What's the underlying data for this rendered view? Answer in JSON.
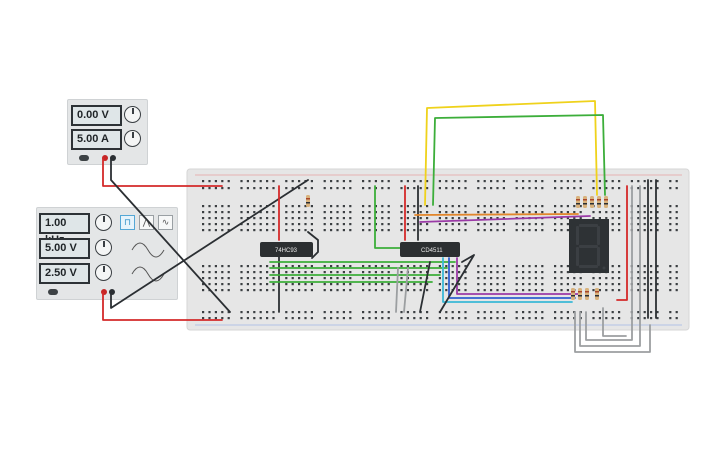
{
  "power_supply": {
    "voltage": "0.00 V",
    "current": "5.00 A"
  },
  "function_generator": {
    "frequency": "1.00 kHz",
    "amplitude": "5.00 V",
    "offset": "2.50 V",
    "waveforms": [
      "square-wave",
      "triangle-wave",
      "sine-wave"
    ],
    "selected_waveform": "square-wave"
  },
  "chips": {
    "counter": "74HC93",
    "decoder": "CD4511"
  },
  "display": {
    "digit": "8",
    "segment_color": "#3b3f43"
  },
  "wire_colors": {
    "red": "#d42a2a",
    "black": "#2b2f33",
    "green": "#3cae3a",
    "yellow": "#efd21b",
    "purple": "#9a3aa6",
    "orange": "#e2862b",
    "blue": "#2f5fd0",
    "cyan": "#3ab8d6",
    "gray": "#9c9fa1"
  }
}
